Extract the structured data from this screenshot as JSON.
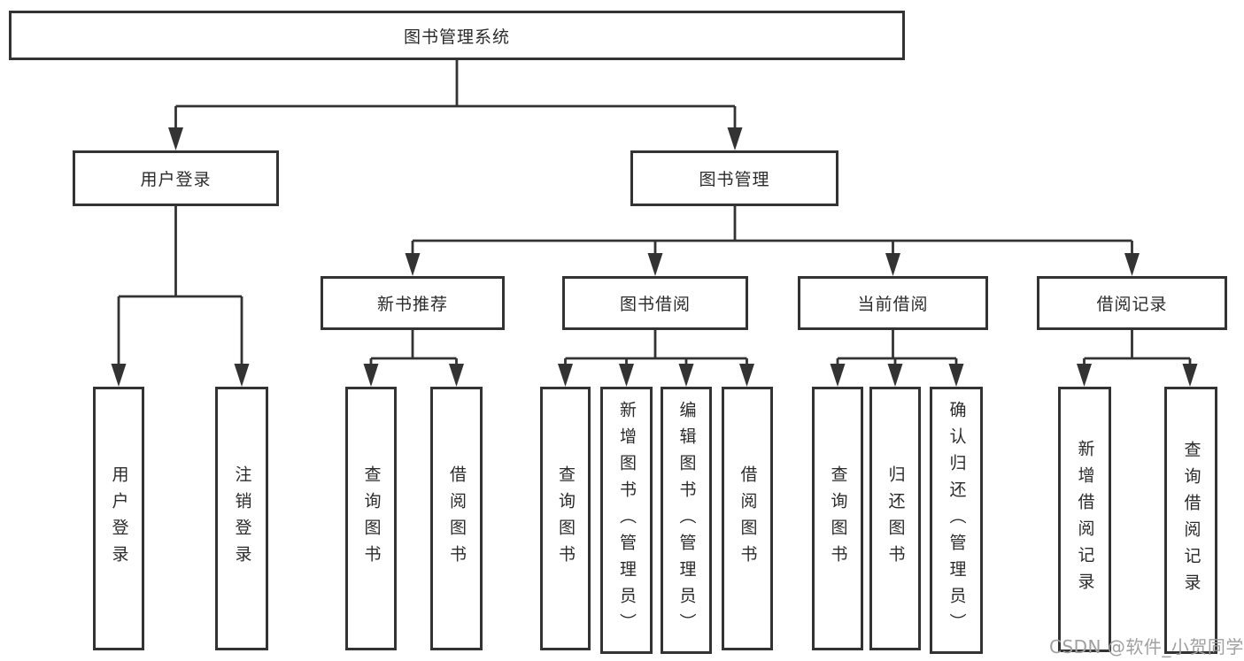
{
  "title": "图书管理系统",
  "colors": {
    "line": "#333333",
    "box_border": "#333333",
    "box_fill": "#ffffff",
    "text": "#2b2b2b",
    "background": "#ffffff",
    "watermark": "#a0a0a0"
  },
  "tree": {
    "label": "图书管理系统",
    "children": [
      {
        "label": "用户登录",
        "children": [
          {
            "label": "用户登录"
          },
          {
            "label": "注销登录"
          }
        ]
      },
      {
        "label": "图书管理",
        "children": [
          {
            "label": "新书推荐",
            "children": [
              {
                "label": "查询图书"
              },
              {
                "label": "借阅图书"
              }
            ]
          },
          {
            "label": "图书借阅",
            "children": [
              {
                "label": "查询图书"
              },
              {
                "label": "新增图书（管理员）"
              },
              {
                "label": "编辑图书（管理员）"
              },
              {
                "label": "借阅图书"
              }
            ]
          },
          {
            "label": "当前借阅",
            "children": [
              {
                "label": "查询图书"
              },
              {
                "label": "归还图书"
              },
              {
                "label": "确认归还（管理员）"
              }
            ]
          },
          {
            "label": "借阅记录",
            "children": [
              {
                "label": "新增借阅记录"
              },
              {
                "label": "查询借阅记录"
              }
            ]
          }
        ]
      }
    ]
  },
  "watermark": {
    "text": "CSDN @软件_小贺同学"
  }
}
